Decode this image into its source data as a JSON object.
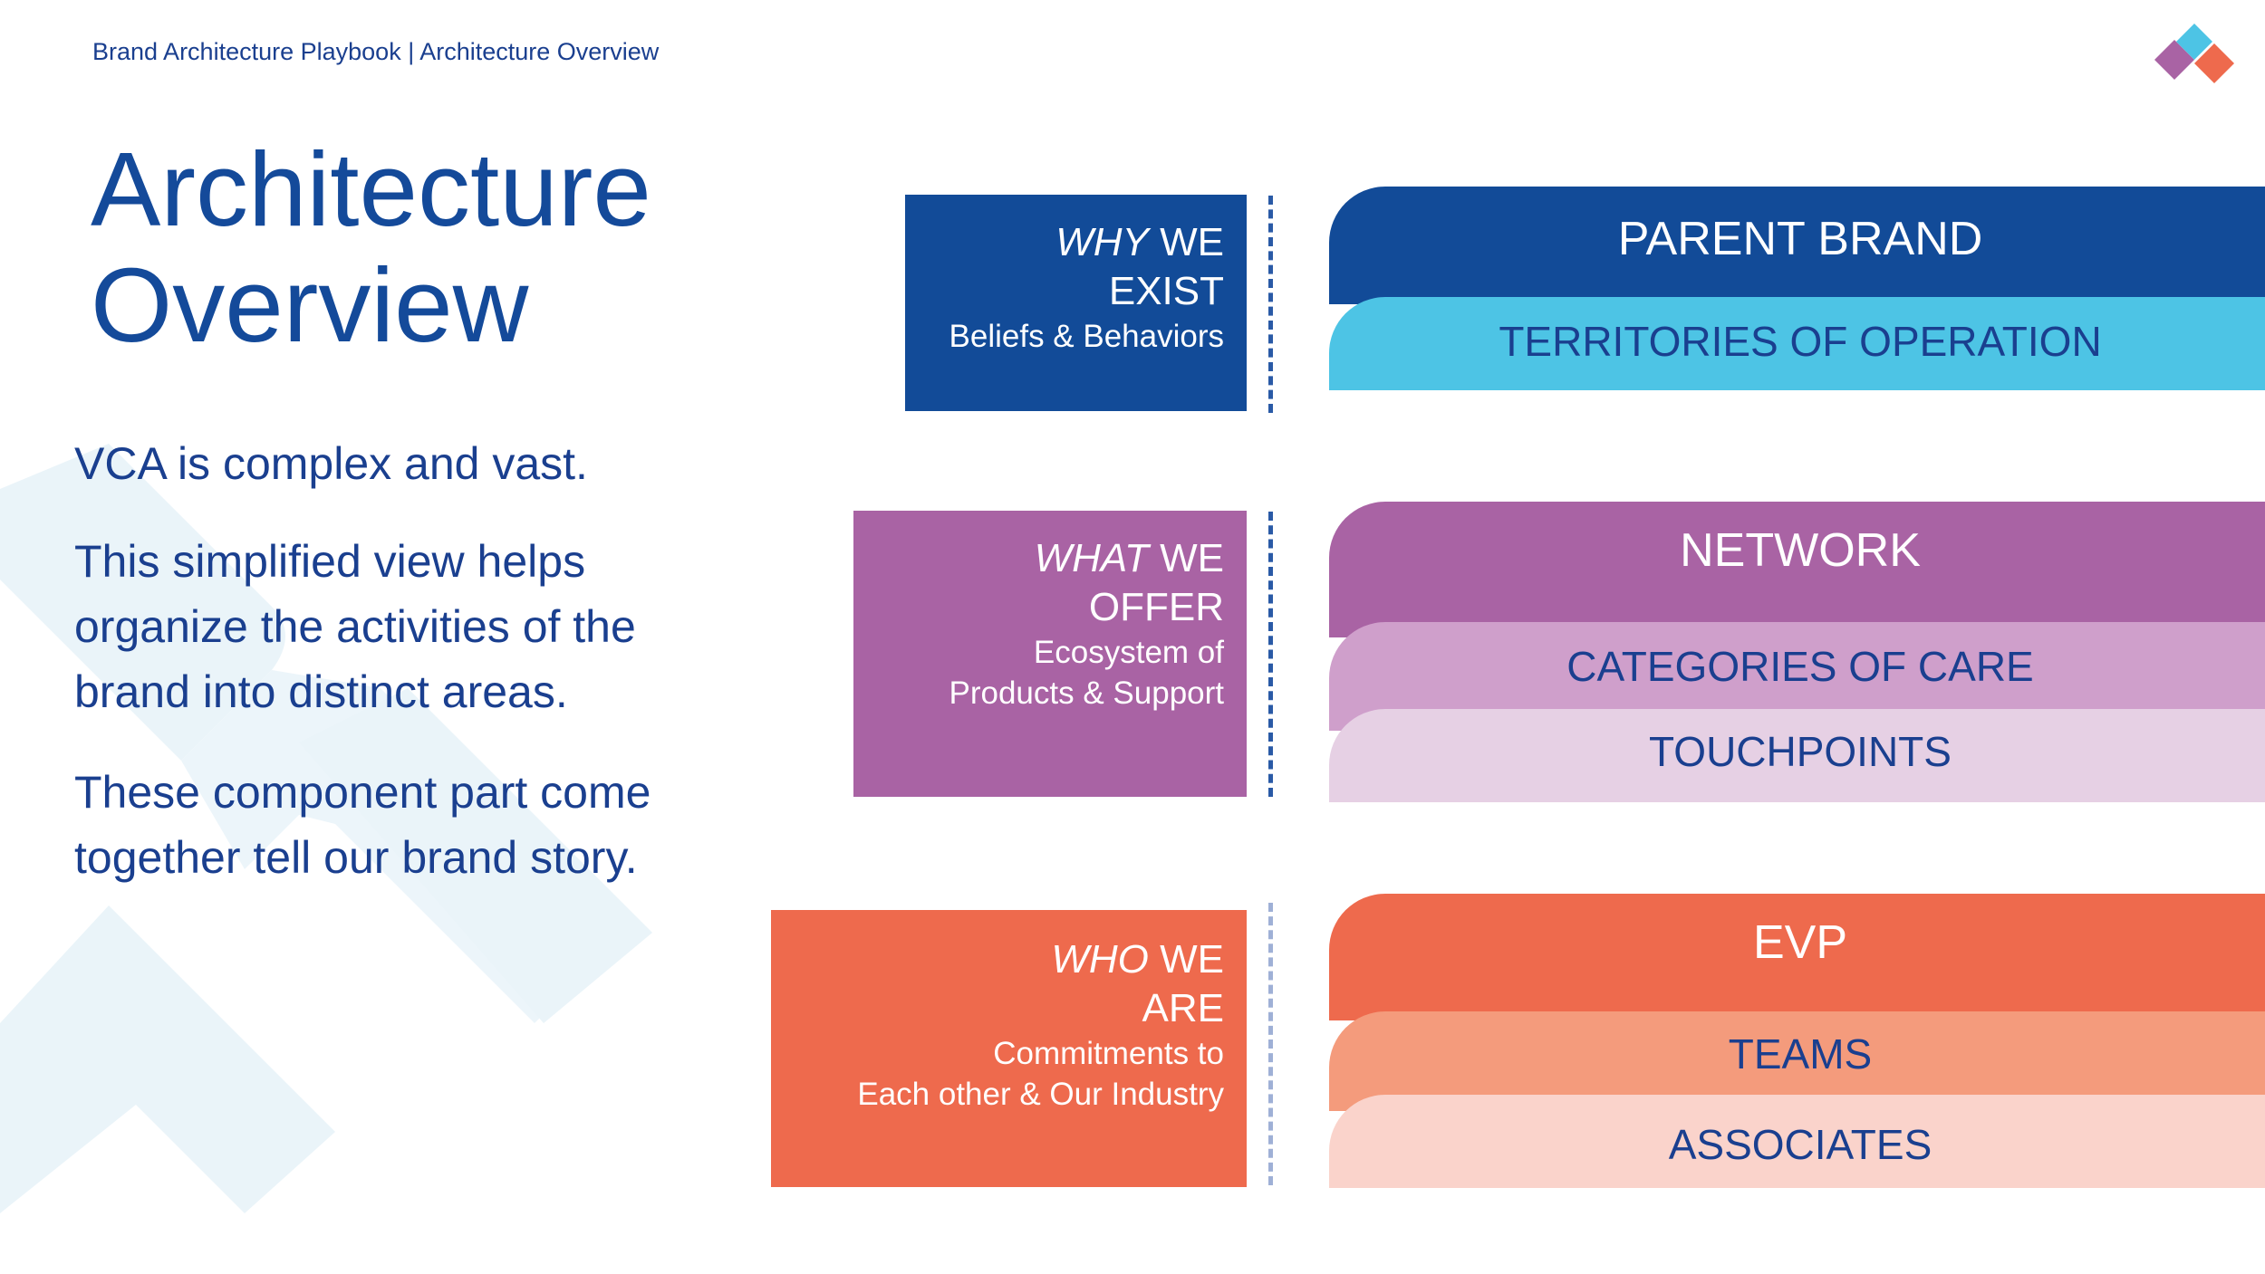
{
  "header": {
    "breadcrumb": "Brand Architecture Playbook | Architecture Overview"
  },
  "logo": {
    "icon": "vca-diamond-logo-icon",
    "colors": [
      "#a963a4",
      "#4dc4e5",
      "#ee6a4d"
    ]
  },
  "title": {
    "line1": "Architecture",
    "line2": "Overview"
  },
  "body": {
    "p1": "VCA is complex and vast.",
    "p2": [
      "This simplified view helps",
      "organize the activities of the",
      "brand into distinct areas."
    ],
    "p3": [
      "These component part come",
      "together tell our brand story."
    ]
  },
  "sections": {
    "why": {
      "head_italic": "WHY",
      "head_rest": " WE",
      "head_line2": "EXIST",
      "sub": [
        "Beliefs & Behaviors"
      ],
      "bars": [
        "PARENT BRAND",
        "TERRITORIES OF OPERATION"
      ]
    },
    "what": {
      "head_italic": "WHAT",
      "head_rest": " WE",
      "head_line2": "OFFER",
      "sub": [
        "Ecosystem of",
        "Products & Support"
      ],
      "bars": [
        "NETWORK",
        "CATEGORIES OF CARE",
        "TOUCHPOINTS"
      ]
    },
    "who": {
      "head_italic": "WHO",
      "head_rest": " WE",
      "head_line2": "ARE",
      "sub": [
        "Commitments to",
        "Each other & Our Industry"
      ],
      "bars": [
        "EVP",
        "TEAMS",
        "ASSOCIATES"
      ]
    }
  },
  "colors": {
    "navy": "#124b98",
    "cyan": "#4dc4e5",
    "purple": "#a963a4",
    "coral": "#ee6a4d",
    "text_blue": "#1a3f8f"
  }
}
